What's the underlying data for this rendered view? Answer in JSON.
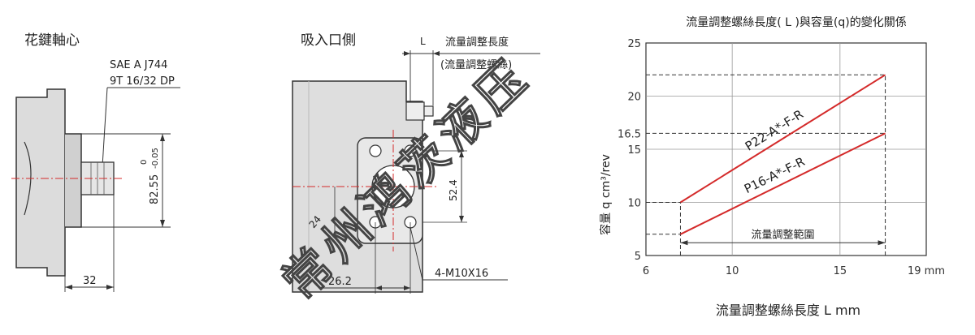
{
  "spline_section": {
    "title": "花鍵軸心",
    "spec_line1": "SAE A J744",
    "spec_line2": "9T 16/32 DP",
    "dim_diameter": "82.55",
    "dim_tol_upper": "0",
    "dim_tol_lower": "-0.05",
    "dim_length": "32"
  },
  "inlet_section": {
    "title": "吸入口側",
    "label_L": "L",
    "screw_label_line1": "流量調整長度",
    "screw_label_line2": "(流量調整螺絲)",
    "dim_24": "24",
    "dim_26_2": "26.2",
    "dim_52_4": "52.4",
    "bolt_spec": "4-M10X16"
  },
  "watermark": "常州鸿茨液压",
  "chart_data": {
    "type": "line",
    "title": "流量調整螺絲長度( L )與容量(q)的變化關係",
    "xlabel": "流量調整螺絲長度 L mm",
    "ylabel": "容量 q cm³/rev",
    "xlim": [
      6,
      19
    ],
    "ylim": [
      5,
      25
    ],
    "x_ticks": [
      "6",
      "10",
      "15",
      "19 mm"
    ],
    "y_ticks": [
      "5",
      "10",
      "15",
      "16.5",
      "20",
      "25"
    ],
    "series": [
      {
        "name": "P22-A*-F-R",
        "x": [
          7.6,
          17.1
        ],
        "y": [
          10,
          22
        ],
        "color": "#d42a2a"
      },
      {
        "name": "P16-A*-F-R",
        "x": [
          7.6,
          17.1
        ],
        "y": [
          7,
          16.5
        ],
        "color": "#d42a2a"
      }
    ],
    "range_label": "流量調整範圍",
    "range_x": [
      7.6,
      17.1
    ],
    "grid": true
  }
}
